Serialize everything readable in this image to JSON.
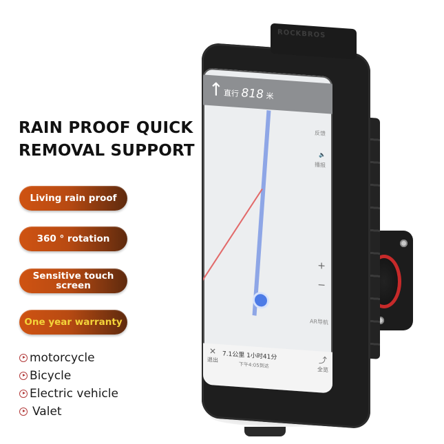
{
  "headline": {
    "line1": "RAIN PROOF QUICK",
    "line2": "REMOVAL SUPPORT"
  },
  "features": [
    {
      "label": "Living rain proof"
    },
    {
      "label_line1": "Sensitive touch",
      "label_line2": "screen"
    },
    {
      "label": "360 ° rotation"
    },
    {
      "label": "One year warranty"
    }
  ],
  "uses": [
    {
      "label": "motorcycle",
      "icon": "play-circle-icon"
    },
    {
      "label": "Bicycle",
      "icon": "play-circle-icon"
    },
    {
      "label": "Electric vehicle",
      "icon": "play-circle-icon"
    },
    {
      "label": "Valet",
      "icon": "play-circle-icon"
    }
  ],
  "product": {
    "brand": "ROCKBROS",
    "nav": {
      "prefix": "直行",
      "distance": "818",
      "unit": "米"
    },
    "side_labels": [
      "反馈",
      "播报"
    ],
    "bottom": {
      "exit_label": "退出",
      "distance_time": "7.1公里 1小时41分",
      "arrival": "下午4:05到达",
      "full_label": "全览"
    },
    "map_ctrl": {
      "zoom_in": "+",
      "zoom_out": "−",
      "ar_label": "AR导航"
    }
  },
  "colors": {
    "pill_start": "#cf5312",
    "pill_end": "#5e2a0e",
    "warranty_text": "#f4d43a",
    "bullet": "#b23a3a",
    "ring": "#c62a2a"
  }
}
